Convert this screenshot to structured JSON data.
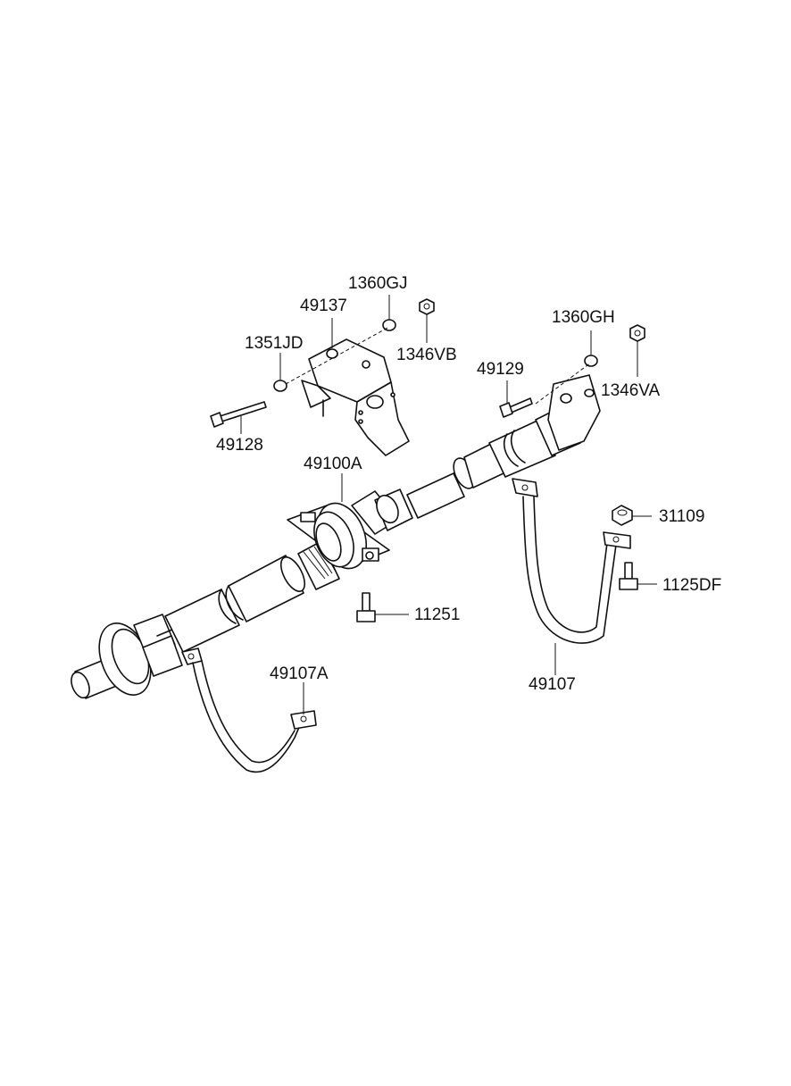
{
  "labels": {
    "p1360GJ": "1360GJ",
    "p49137": "49137",
    "p1346VB": "1346VB",
    "p1351JD": "1351JD",
    "p49128": "49128",
    "p1360GH": "1360GH",
    "p49129": "49129",
    "p1346VA": "1346VA",
    "p49100A": "49100A",
    "p31109": "31109",
    "p1125DF": "1125DF",
    "p11251": "11251",
    "p49107A": "49107A",
    "p49107": "49107"
  }
}
